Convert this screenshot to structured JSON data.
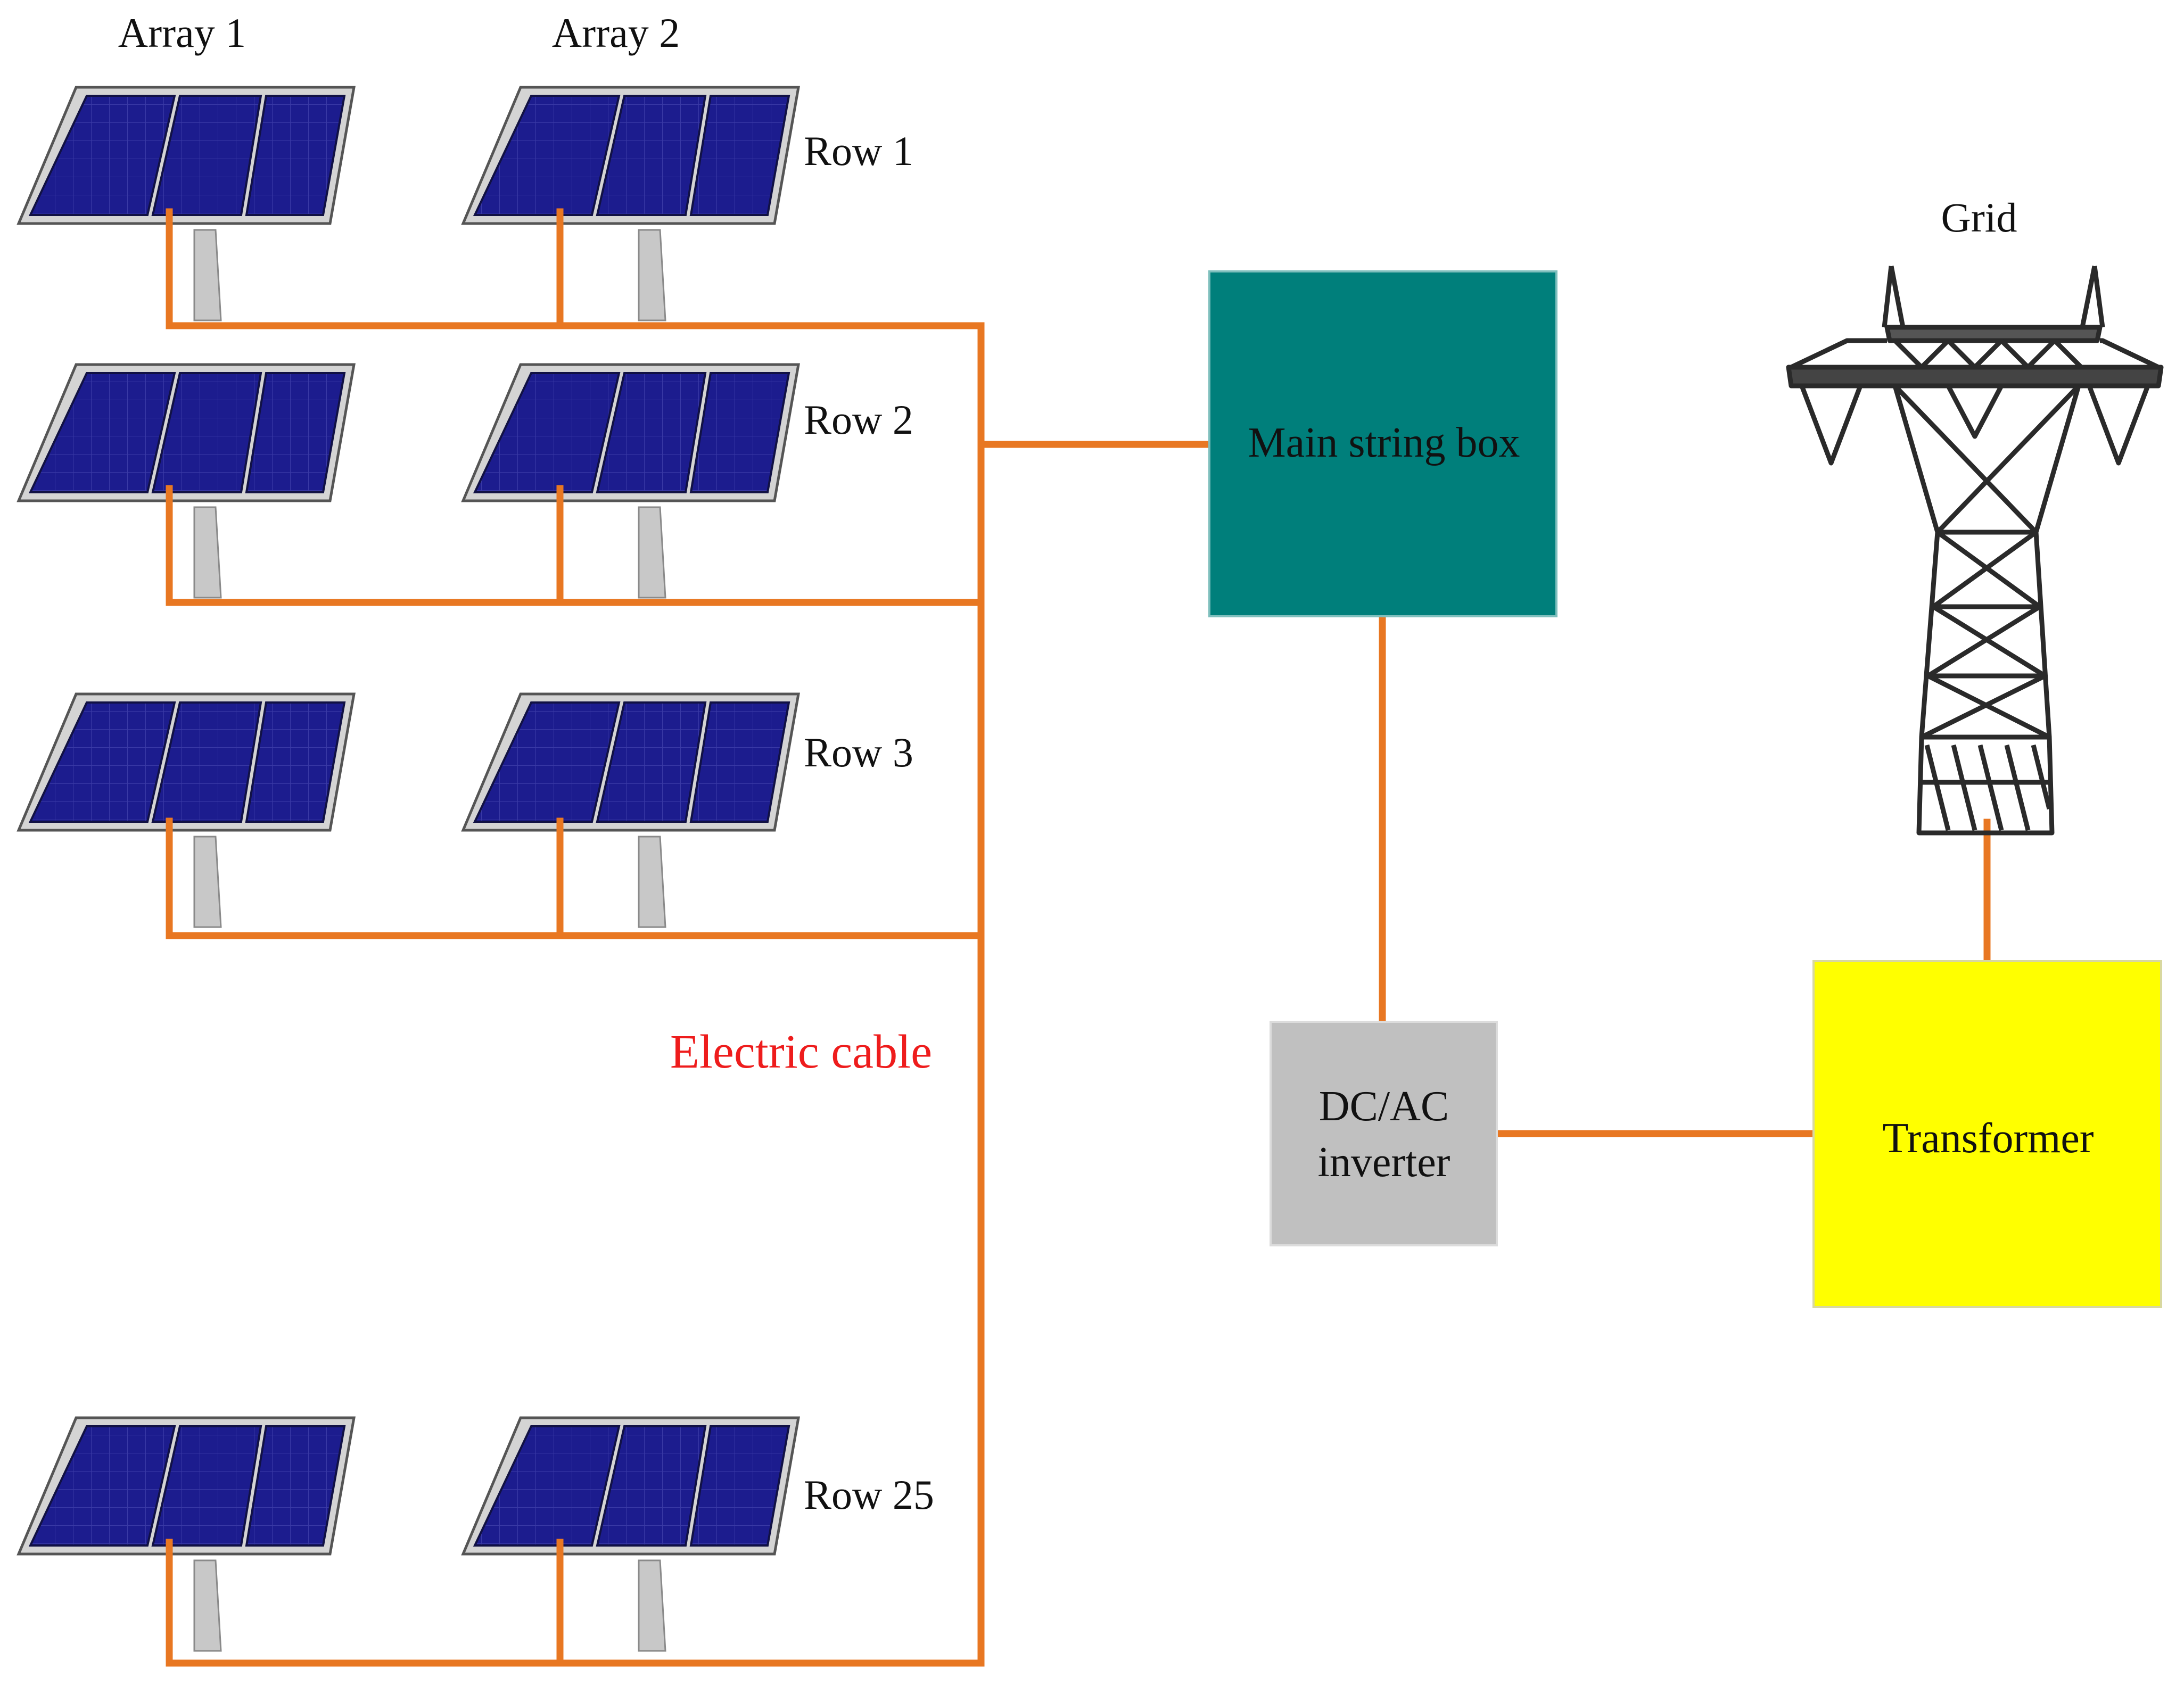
{
  "arrays": [
    {
      "label": "Array 1"
    },
    {
      "label": "Array 2"
    }
  ],
  "rows": [
    {
      "label": "Row 1"
    },
    {
      "label": "Row 2"
    },
    {
      "label": "Row 3"
    },
    {
      "label": "Row 25"
    }
  ],
  "cable": {
    "label": "Electric cable",
    "color": "#e87722"
  },
  "main_string_box": {
    "label": "Main string box",
    "color": "#007f7b"
  },
  "inverter": {
    "line1": "DC/AC",
    "line2": "inverter",
    "color": "#c0c0c0"
  },
  "transformer": {
    "label": "Transformer",
    "color": "#ffff00"
  },
  "grid": {
    "label": "Grid"
  },
  "panel": {
    "color": "#1a1a8c",
    "frame_color": "#d4d4d4"
  }
}
